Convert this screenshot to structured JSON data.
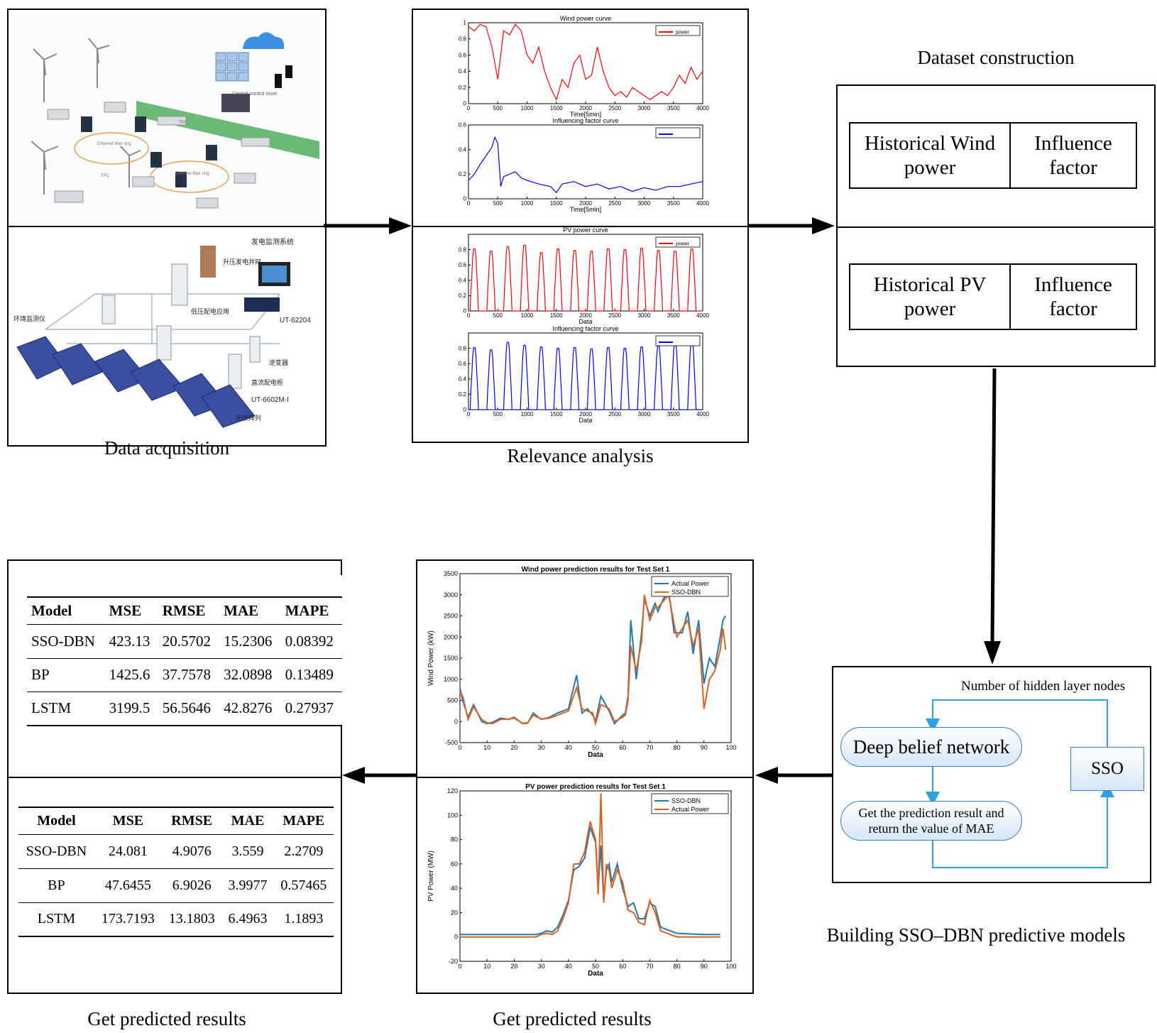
{
  "captions": {
    "data_acquisition": "Data acquisition",
    "relevance_analysis": "Relevance analysis",
    "dataset_construction": "Dataset construction",
    "building_models": "Building SSO–DBN predictive models",
    "get_results_left": "Get predicted results",
    "get_results_mid": "Get predicted results"
  },
  "acquisition": {
    "wind_labels": [
      "Central control room",
      "Ethernet fiber ring",
      "Ethernet fiber ring",
      "TPC",
      "TPC"
    ],
    "pv_labels": [
      "发电监测系统",
      "升压发电并网",
      "低压配电应用",
      "UT-62204",
      "环境监测仪",
      "逆变器",
      "直流配电柜",
      "UT-6602M-I",
      "光伏阵列"
    ]
  },
  "dataset": {
    "wind_left": "Historical Wind power",
    "wind_right": "Influence factor",
    "pv_left": "Historical PV power",
    "pv_right": "Influence factor"
  },
  "model": {
    "dbn": "Deep belief network",
    "sso": "SSO",
    "loop_label": "Number of hidden layer nodes",
    "get_result": "Get the prediction result and return the value of MAE"
  },
  "colors": {
    "red": "#ff0000",
    "blue": "#0000ff",
    "pred_blue": "#1f77b4",
    "pred_orange": "#e0601e",
    "node_border": "#2f7fd1"
  },
  "table_wind": {
    "headers": [
      "Model",
      "MSE",
      "RMSE",
      "MAE",
      "MAPE"
    ],
    "rows": [
      [
        "SSO-DBN",
        "423.13",
        "20.5702",
        "15.2306",
        "0.08392"
      ],
      [
        "BP",
        "1425.6",
        "37.7578",
        "32.0898",
        "0.13489"
      ],
      [
        "LSTM",
        "3199.5",
        "56.5646",
        "42.8276",
        "0.27937"
      ]
    ]
  },
  "table_pv": {
    "headers": [
      "Model",
      "MSE",
      "RMSE",
      "MAE",
      "MAPE"
    ],
    "rows": [
      [
        "SSO-DBN",
        "24.081",
        "4.9076",
        "3.559",
        "2.2709"
      ],
      [
        "BP",
        "47.6455",
        "6.9026",
        "3.9977",
        "0.57465"
      ],
      [
        "LSTM",
        "173.7193",
        "13.1803",
        "6.4963",
        "1.1893"
      ]
    ]
  },
  "chart_data": [
    {
      "type": "line",
      "title": "Wind power curve",
      "xlabel": "Time[5min]",
      "ylabel": "",
      "xlim": [
        0,
        4000
      ],
      "ylim": [
        0,
        1
      ],
      "x_ticks": [
        "0",
        "500",
        "1000",
        "1500",
        "2000",
        "2500",
        "3000",
        "3500",
        "4000"
      ],
      "y_ticks": [
        "0",
        "0.2",
        "0.4",
        "0.6",
        "0.8",
        "1"
      ],
      "legend": "top-right",
      "series": [
        {
          "name": "power",
          "color": "#ff0000",
          "x": [
            0,
            100,
            200,
            300,
            400,
            500,
            600,
            700,
            800,
            900,
            1000,
            1100,
            1200,
            1300,
            1400,
            1500,
            1600,
            1700,
            1800,
            1900,
            2000,
            2100,
            2200,
            2300,
            2400,
            2500,
            2600,
            2700,
            2800,
            2900,
            3000,
            3100,
            3200,
            3300,
            3400,
            3500,
            3600,
            3700,
            3800,
            3900,
            4000
          ],
          "y": [
            0.95,
            0.9,
            0.98,
            0.95,
            0.7,
            0.3,
            0.9,
            0.85,
            0.98,
            0.9,
            0.6,
            0.5,
            0.7,
            0.4,
            0.2,
            0.05,
            0.3,
            0.2,
            0.5,
            0.6,
            0.3,
            0.35,
            0.7,
            0.4,
            0.2,
            0.1,
            0.15,
            0.08,
            0.2,
            0.15,
            0.1,
            0.05,
            0.1,
            0.15,
            0.1,
            0.2,
            0.35,
            0.25,
            0.45,
            0.3,
            0.4
          ]
        }
      ]
    },
    {
      "type": "line",
      "title": "Influencing factor curve",
      "xlabel": "Time[5min]",
      "ylabel": "",
      "xlim": [
        0,
        4000
      ],
      "ylim": [
        0,
        0.6
      ],
      "x_ticks": [
        "0",
        "500",
        "1000",
        "1500",
        "2000",
        "2500",
        "3000",
        "3500",
        "4000"
      ],
      "y_ticks": [
        "0",
        "0.2",
        "0.4",
        "0.6"
      ],
      "legend": "top-right",
      "series": [
        {
          "name": "",
          "color": "#0000ff",
          "x": [
            0,
            100,
            200,
            300,
            400,
            450,
            500,
            550,
            600,
            700,
            800,
            900,
            1000,
            1200,
            1400,
            1500,
            1600,
            1800,
            2000,
            2200,
            2400,
            2600,
            2800,
            3000,
            3200,
            3400,
            3600,
            3800,
            4000
          ],
          "y": [
            0.15,
            0.2,
            0.28,
            0.35,
            0.42,
            0.5,
            0.45,
            0.1,
            0.18,
            0.2,
            0.22,
            0.17,
            0.15,
            0.12,
            0.1,
            0.05,
            0.12,
            0.14,
            0.1,
            0.12,
            0.08,
            0.1,
            0.06,
            0.09,
            0.07,
            0.1,
            0.1,
            0.12,
            0.14
          ]
        }
      ]
    },
    {
      "type": "line",
      "title": "PV power curve",
      "xlabel": "Data",
      "ylabel": "",
      "xlim": [
        0,
        4000
      ],
      "ylim": [
        0,
        1
      ],
      "x_ticks": [
        "0",
        "500",
        "1000",
        "1500",
        "2000",
        "2500",
        "3000",
        "3500",
        "4000"
      ],
      "y_ticks": [
        "0",
        "0.2",
        "0.4",
        "0.6",
        "0.8"
      ],
      "legend": "top-right",
      "series": [
        {
          "name": "power",
          "color": "#ff0000",
          "cycles": 14,
          "peaks": [
            0.85,
            0.82,
            0.88,
            0.9,
            0.8,
            0.85,
            0.83,
            0.82,
            0.85,
            0.84,
            0.86,
            0.83,
            0.82,
            0.85
          ]
        }
      ]
    },
    {
      "type": "line",
      "title": "Influencing factor curve",
      "xlabel": "Data",
      "ylabel": "",
      "xlim": [
        0,
        4000
      ],
      "ylim": [
        0,
        1
      ],
      "x_ticks": [
        "0",
        "500",
        "1000",
        "1500",
        "2000",
        "2500",
        "3000",
        "3500",
        "4000"
      ],
      "y_ticks": [
        "0",
        "0.2",
        "0.4",
        "0.6",
        "0.8"
      ],
      "legend": "top-right",
      "series": [
        {
          "name": "",
          "color": "#0000ff",
          "cycles": 14,
          "peaks": [
            0.85,
            0.82,
            0.92,
            0.88,
            0.86,
            0.84,
            0.85,
            0.83,
            0.85,
            0.84,
            0.86,
            0.87,
            0.9,
            0.93
          ]
        }
      ]
    },
    {
      "type": "line",
      "title": "Wind power prediction results for Test Set 1",
      "xlabel": "Data",
      "ylabel": "Wind Power (kW)",
      "xlim": [
        0,
        100
      ],
      "ylim": [
        -500,
        3500
      ],
      "x_ticks": [
        "0",
        "10",
        "20",
        "30",
        "40",
        "50",
        "60",
        "70",
        "80",
        "90",
        "100"
      ],
      "y_ticks": [
        "-500",
        "0",
        "500",
        "1000",
        "1500",
        "2000",
        "2500",
        "3000",
        "3500"
      ],
      "legend": "top-right",
      "x": [
        0,
        1,
        3,
        5,
        8,
        10,
        12,
        15,
        18,
        20,
        23,
        25,
        27,
        30,
        33,
        36,
        38,
        40,
        43,
        45,
        47,
        49,
        50,
        52,
        55,
        57,
        60,
        61,
        62,
        63,
        65,
        67,
        68,
        70,
        72,
        73,
        75,
        77,
        79,
        80,
        82,
        84,
        86,
        88,
        90,
        92,
        94,
        96,
        97,
        98
      ],
      "series": [
        {
          "name": "Actual Power",
          "color": "#1f77b4",
          "y": [
            800,
            500,
            100,
            400,
            0,
            -50,
            -20,
            80,
            50,
            100,
            -50,
            -40,
            200,
            50,
            100,
            200,
            250,
            300,
            1100,
            200,
            300,
            150,
            0,
            600,
            250,
            -50,
            150,
            200,
            600,
            2400,
            1000,
            2100,
            2900,
            2500,
            2800,
            2600,
            2900,
            3100,
            2100,
            2100,
            2100,
            2600,
            1600,
            2400,
            900,
            1500,
            1300,
            2000,
            2400,
            2500
          ]
        },
        {
          "name": "SSO-DBN",
          "color": "#e0601e",
          "y": [
            700,
            600,
            50,
            350,
            50,
            -30,
            -50,
            50,
            60,
            80,
            -40,
            -30,
            150,
            60,
            80,
            150,
            200,
            250,
            800,
            300,
            250,
            200,
            -50,
            400,
            300,
            0,
            100,
            150,
            500,
            1800,
            1200,
            1900,
            3000,
            2400,
            2700,
            2700,
            2850,
            3000,
            2300,
            2000,
            2200,
            2400,
            1800,
            2200,
            300,
            1000,
            1200,
            1700,
            2200,
            1700
          ]
        }
      ]
    },
    {
      "type": "line",
      "title": "PV power prediction results for Test Set 1",
      "xlabel": "Data",
      "ylabel": "PV Power (MW)",
      "xlim": [
        0,
        100
      ],
      "ylim": [
        -20,
        120
      ],
      "x_ticks": [
        "0",
        "10",
        "20",
        "30",
        "40",
        "50",
        "60",
        "70",
        "80",
        "90",
        "100"
      ],
      "y_ticks": [
        "-20",
        "0",
        "20",
        "40",
        "60",
        "80",
        "100",
        "120"
      ],
      "legend": "top-right",
      "x": [
        0,
        10,
        20,
        28,
        30,
        32,
        34,
        36,
        38,
        40,
        42,
        44,
        46,
        48,
        50,
        51,
        52,
        53,
        54,
        55,
        56,
        58,
        60,
        62,
        64,
        66,
        68,
        70,
        72,
        74,
        80,
        90,
        96
      ],
      "series": [
        {
          "name": "SSO-DBN",
          "color": "#1f77b4",
          "y": [
            2,
            2,
            2,
            2,
            3,
            5,
            4,
            8,
            18,
            30,
            55,
            58,
            65,
            90,
            78,
            40,
            75,
            30,
            55,
            60,
            45,
            60,
            40,
            25,
            28,
            15,
            15,
            28,
            25,
            8,
            3,
            2,
            2
          ]
        },
        {
          "name": "Actual Power",
          "color": "#e0601e",
          "y": [
            0,
            0,
            0,
            0,
            2,
            3,
            2,
            5,
            15,
            28,
            60,
            60,
            70,
            95,
            80,
            35,
            118,
            28,
            60,
            55,
            40,
            55,
            45,
            22,
            20,
            12,
            10,
            30,
            20,
            5,
            0,
            0,
            0
          ]
        }
      ]
    }
  ]
}
